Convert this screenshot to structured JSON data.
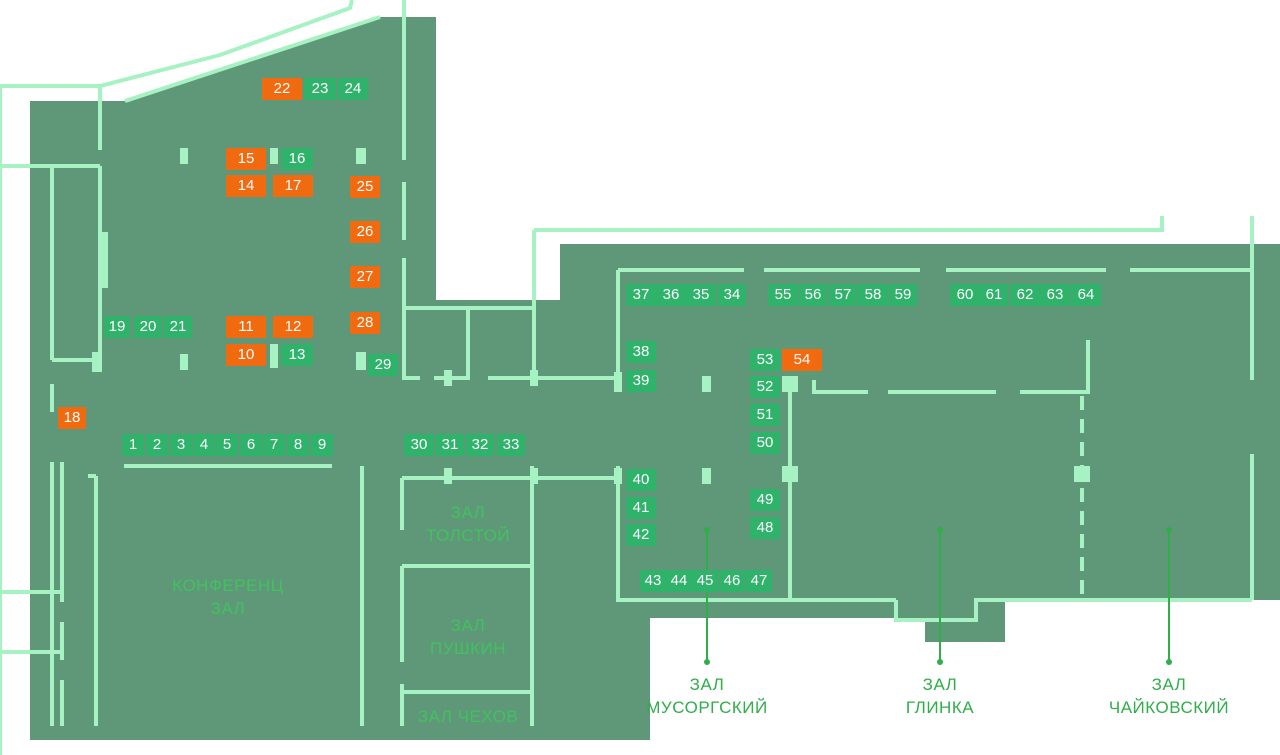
{
  "colors": {
    "floor": "#5e9878",
    "wall": "#a6f2c3",
    "booth_free": "#2fb36b",
    "booth_taken": "#f26a10",
    "label_inside": "#41c25f",
    "label_outside": "#2fae4a"
  },
  "booths": [
    {
      "n": "1",
      "s": "free"
    },
    {
      "n": "2",
      "s": "free"
    },
    {
      "n": "3",
      "s": "free"
    },
    {
      "n": "4",
      "s": "free"
    },
    {
      "n": "5",
      "s": "free"
    },
    {
      "n": "6",
      "s": "free"
    },
    {
      "n": "7",
      "s": "free"
    },
    {
      "n": "8",
      "s": "free"
    },
    {
      "n": "9",
      "s": "free"
    },
    {
      "n": "10",
      "s": "taken"
    },
    {
      "n": "11",
      "s": "taken"
    },
    {
      "n": "12",
      "s": "taken"
    },
    {
      "n": "13",
      "s": "free"
    },
    {
      "n": "14",
      "s": "taken"
    },
    {
      "n": "15",
      "s": "taken"
    },
    {
      "n": "16",
      "s": "free"
    },
    {
      "n": "17",
      "s": "taken"
    },
    {
      "n": "18",
      "s": "taken"
    },
    {
      "n": "19",
      "s": "free"
    },
    {
      "n": "20",
      "s": "free"
    },
    {
      "n": "21",
      "s": "free"
    },
    {
      "n": "22",
      "s": "taken"
    },
    {
      "n": "23",
      "s": "free"
    },
    {
      "n": "24",
      "s": "free"
    },
    {
      "n": "25",
      "s": "taken"
    },
    {
      "n": "26",
      "s": "taken"
    },
    {
      "n": "27",
      "s": "taken"
    },
    {
      "n": "28",
      "s": "taken"
    },
    {
      "n": "29",
      "s": "free"
    },
    {
      "n": "30",
      "s": "free"
    },
    {
      "n": "31",
      "s": "free"
    },
    {
      "n": "32",
      "s": "free"
    },
    {
      "n": "33",
      "s": "free"
    },
    {
      "n": "34",
      "s": "free"
    },
    {
      "n": "35",
      "s": "free"
    },
    {
      "n": "36",
      "s": "free"
    },
    {
      "n": "37",
      "s": "free"
    },
    {
      "n": "38",
      "s": "free"
    },
    {
      "n": "39",
      "s": "free"
    },
    {
      "n": "40",
      "s": "free"
    },
    {
      "n": "41",
      "s": "free"
    },
    {
      "n": "42",
      "s": "free"
    },
    {
      "n": "43",
      "s": "free"
    },
    {
      "n": "44",
      "s": "free"
    },
    {
      "n": "45",
      "s": "free"
    },
    {
      "n": "46",
      "s": "free"
    },
    {
      "n": "47",
      "s": "free"
    },
    {
      "n": "48",
      "s": "free"
    },
    {
      "n": "49",
      "s": "free"
    },
    {
      "n": "50",
      "s": "free"
    },
    {
      "n": "51",
      "s": "free"
    },
    {
      "n": "52",
      "s": "free"
    },
    {
      "n": "53",
      "s": "free"
    },
    {
      "n": "54",
      "s": "taken"
    },
    {
      "n": "55",
      "s": "free"
    },
    {
      "n": "56",
      "s": "free"
    },
    {
      "n": "57",
      "s": "free"
    },
    {
      "n": "58",
      "s": "free"
    },
    {
      "n": "59",
      "s": "free"
    },
    {
      "n": "60",
      "s": "free"
    },
    {
      "n": "61",
      "s": "free"
    },
    {
      "n": "62",
      "s": "free"
    },
    {
      "n": "63",
      "s": "free"
    },
    {
      "n": "64",
      "s": "free"
    }
  ],
  "halls": {
    "conference": {
      "line1": "КОНФЕРЕНЦ",
      "line2": "ЗАЛ"
    },
    "tolstoy": {
      "line1": "ЗАЛ",
      "line2": "ТОЛСТОЙ"
    },
    "pushkin": {
      "line1": "ЗАЛ",
      "line2": "ПУШКИН"
    },
    "chekhov": {
      "line1": "ЗАЛ ЧЕХОВ"
    },
    "mussorgsky": {
      "line1": "ЗАЛ",
      "line2": "МУСОРГСКИЙ"
    },
    "glinka": {
      "line1": "ЗАЛ",
      "line2": "ГЛИНКА"
    },
    "tchaikovsky": {
      "line1": "ЗАЛ",
      "line2": "ЧАЙКОВСКИЙ"
    }
  }
}
